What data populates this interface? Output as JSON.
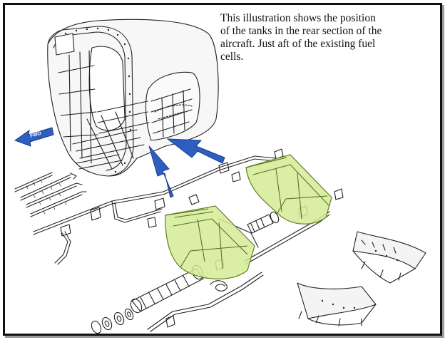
{
  "caption": {
    "lines": [
      "This illustration shows the position",
      "of the tanks in the rear section of the",
      "aircraft.  Just aft of the existing fuel",
      "cells."
    ]
  },
  "labels": {
    "fwd_arrow": "FWD"
  },
  "colors": {
    "tank_fill": "#d4ec95",
    "tank_stroke": "#6d8a2a",
    "arrow_fill": "#2e5fc0",
    "arrow_dark": "#173d8c",
    "line_art": "#222222",
    "frame": "#111111"
  }
}
